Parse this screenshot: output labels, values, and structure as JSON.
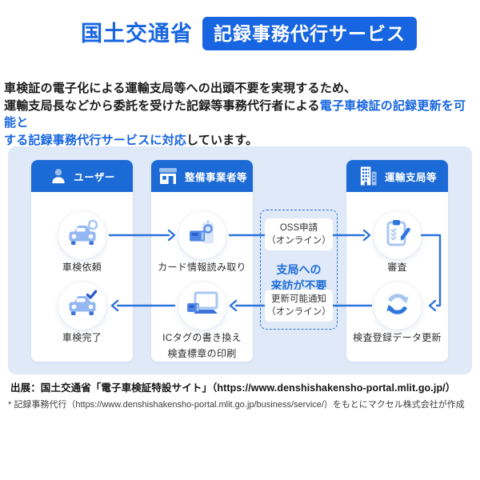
{
  "header": {
    "ministry": "国土交通省",
    "service_badge": "記録事務代行サービス"
  },
  "intro": {
    "line1": "車検証の電子化による運輸支局等への出頭不要を実現するため、",
    "line2_black": "運輸支局長などから委託を受けた記録等事務代行者による",
    "line2_blue": "電子車検証の記録更新を可能と",
    "line3_blue": "する記録事務代行サービスに対応",
    "line3_black": "しています。"
  },
  "diagram": {
    "columns": [
      {
        "title": "ユーザー",
        "icon": "person-icon",
        "steps": [
          {
            "icon": "car-search-icon",
            "label1": "車検依頼",
            "label2": ""
          },
          {
            "icon": "car-check-icon",
            "label1": "車検完了",
            "label2": ""
          }
        ]
      },
      {
        "title": "整備事業者等",
        "icon": "store-icon",
        "steps": [
          {
            "icon": "card-reader-icon",
            "label1": "カード情報読み取り",
            "label2": ""
          },
          {
            "icon": "pc-card-icon",
            "label1": "ICタグの書き換え",
            "label2": "検査標章の印刷"
          }
        ]
      },
      {
        "title": "運輸支局等",
        "icon": "building-icon",
        "steps": [
          {
            "icon": "clipboard-pencil-icon",
            "label1": "審査",
            "label2": ""
          },
          {
            "icon": "refresh-icon",
            "label1": "検査登録データ更新",
            "label2": ""
          }
        ]
      }
    ],
    "online_notes": [
      {
        "line1": "OSS申請",
        "line2": "（オンライン）"
      },
      {
        "line1": "更新可能通知",
        "line2": "（オンライン）"
      }
    ],
    "no_visit_note": {
      "line1": "支局への",
      "line2": "来訪が不要"
    }
  },
  "footer": {
    "source": "出展：国土交通省「電子車検証特設サイト」（https://www.denshishakensho-portal.mlit.go.jp/）",
    "note": "* 記録事務代行（https://www.denshishakensho-portal.mlit.go.jp/business/service/）をもとにマクセル株式会社が作成"
  },
  "colors": {
    "brand_blue": "#1765E0",
    "column_header_blue": "#1C6AD6",
    "arrow_blue": "#2B72DB",
    "panel_background": "#DFE9F7",
    "icon_light_blue": "#A9C7F1",
    "icon_mid_blue": "#2E75DC",
    "highlight_text_blue": "#1E6CD8"
  }
}
